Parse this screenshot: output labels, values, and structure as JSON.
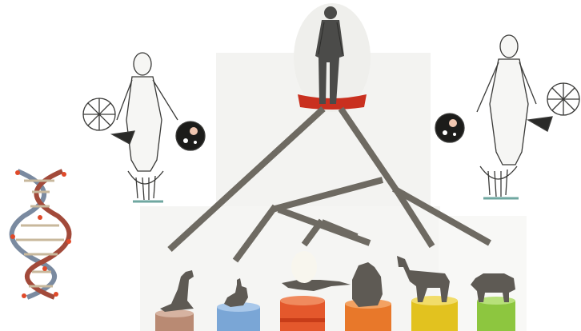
{
  "figure": {
    "top_node": "human-figure",
    "leaf_animals": [
      "kangaroo",
      "rabbit",
      "lizard",
      "gorilla",
      "horse",
      "sheep"
    ],
    "side_figures": [
      "left-scientist-figure",
      "right-scientist-figure"
    ],
    "dna_illustration": "dna-double-helix",
    "branch_color": "#6e6a62",
    "pedestal_colors": [
      "#b98a73",
      "#7aa6d6",
      "#e4582c",
      "#e8782a",
      "#e2c21f",
      "#8dc63f"
    ]
  },
  "icons": {
    "wheel": "wheel-icon",
    "globe": "globe-icon",
    "lyre": "lyre-icon"
  }
}
